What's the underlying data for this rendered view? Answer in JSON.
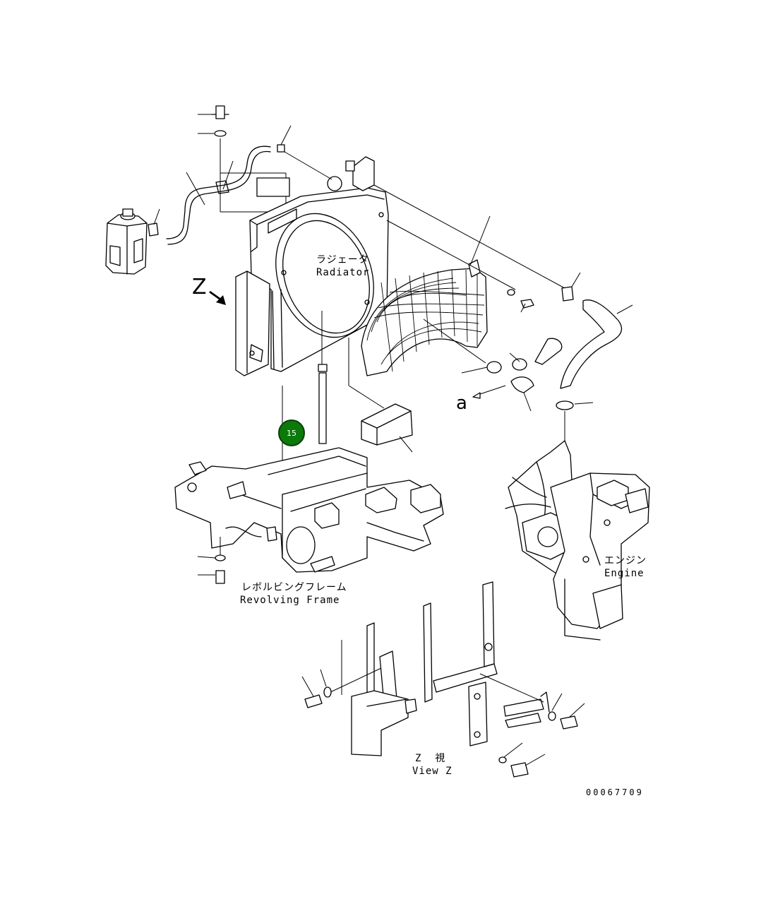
{
  "diagram": {
    "labels": {
      "radiator_jp": "ラジェータ",
      "radiator_en": "Radiator",
      "engine_jp": "エンジン",
      "engine_en": "Engine",
      "frame_jp": "レボルビングフレーム",
      "frame_en": "Revolving Frame",
      "viewz_jp": "Z  視",
      "viewz_en": "View Z",
      "z_marker": "Z",
      "a_marker": "a"
    },
    "callout": {
      "number": "15",
      "color": "#0b7a0b"
    },
    "drawing_number": "00067709"
  }
}
